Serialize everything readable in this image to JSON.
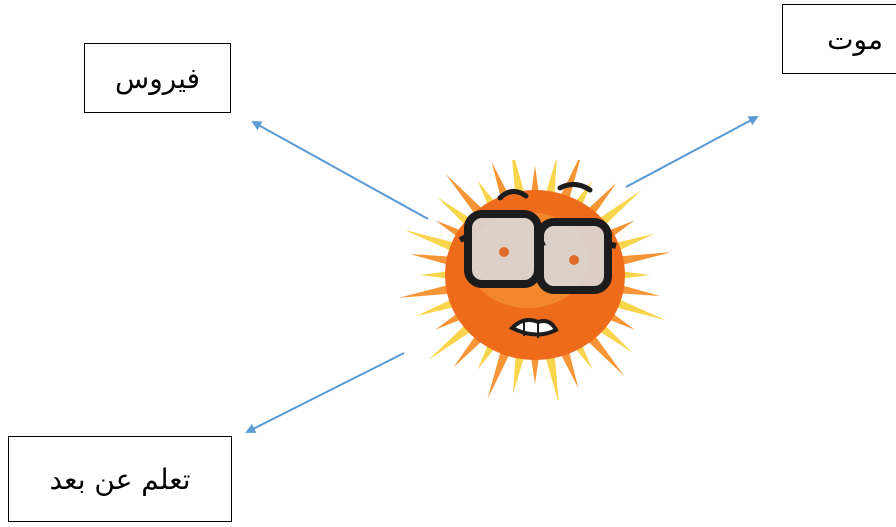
{
  "labels": {
    "virus": "فيروس",
    "death": "موت",
    "remote_learning": "تعلم عن بعد"
  },
  "colors": {
    "arrow": "#5b9bd5",
    "spike_outer": "#f7d038",
    "spike_inner": "#f58a1f",
    "core": "#ee6b1b",
    "glasses_frame": "#1c1c1c"
  },
  "icons": {
    "center": "virus-cartoon-with-glasses-icon"
  }
}
